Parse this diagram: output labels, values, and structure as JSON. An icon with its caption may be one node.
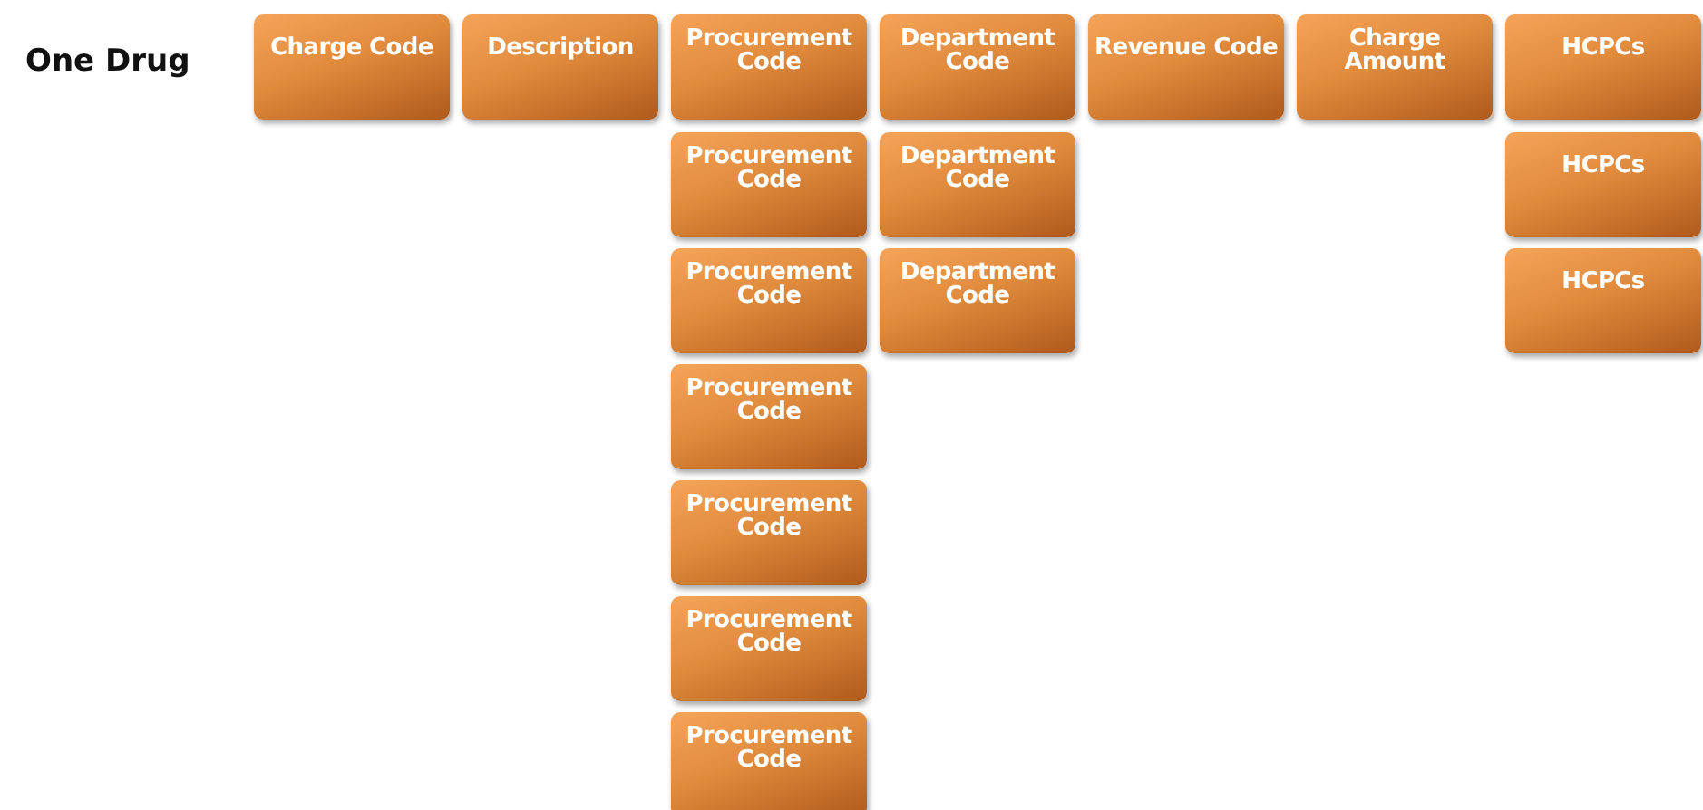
{
  "diagram": {
    "nodes": [
      {
        "text": [
          "Charge Code"
        ]
      },
      {
        "text": [
          "Description"
        ]
      },
      {
        "text": [
          "Procurement Code"
        ]
      },
      {
        "text": [
          "Department Code"
        ]
      },
      {
        "text": [
          "Revenue Code"
        ]
      },
      {
        "text": [
          "Charge Amount"
        ]
      },
      {
        "text": [
          "HCPCs"
        ]
      },
      {
        "text": [
          "Procurement Code"
        ]
      },
      {
        "text": [
          "Department Code"
        ]
      },
      {
        "text": [
          "HCPCs"
        ]
      },
      {
        "text": [
          "Procurement Code"
        ]
      },
      {
        "text": [
          "Department Code"
        ]
      },
      {
        "text": [
          "HCPCs"
        ]
      },
      {
        "text": [
          "Procurement Code"
        ]
      },
      {
        "text": [
          "Procurement Code"
        ]
      },
      {
        "text": [
          "Procurement Code"
        ]
      },
      {
        "text": [
          "Procurement Code"
        ]
      }
    ],
    "labels": [
      "One Drug"
    ]
  }
}
